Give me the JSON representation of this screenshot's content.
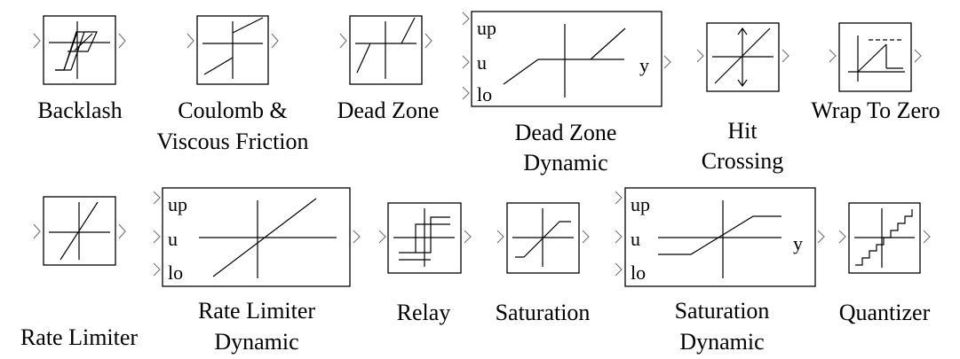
{
  "blocks": {
    "backlash": {
      "label": "Backlash"
    },
    "coulomb": {
      "label_line1": "Coulomb &",
      "label_line2": "Viscous Friction"
    },
    "dead_zone": {
      "label": "Dead Zone"
    },
    "dead_zone_dynamic": {
      "label_line1": "Dead Zone",
      "label_line2": "Dynamic",
      "port_up": "up",
      "port_u": "u",
      "port_lo": "lo",
      "port_y": "y"
    },
    "hit_crossing": {
      "label_line1": "Hit",
      "label_line2": "Crossing"
    },
    "wrap_to_zero": {
      "label": "Wrap To Zero"
    },
    "rate_limiter": {
      "label": "Rate Limiter"
    },
    "rate_limiter_dynamic": {
      "label_line1": "Rate Limiter",
      "label_line2": "Dynamic",
      "port_up": "up",
      "port_u": "u",
      "port_lo": "lo"
    },
    "relay": {
      "label": "Relay"
    },
    "saturation": {
      "label": "Saturation"
    },
    "saturation_dynamic": {
      "label_line1": "Saturation",
      "label_line2": "Dynamic",
      "port_up": "up",
      "port_u": "u",
      "port_lo": "lo",
      "port_y": "y"
    },
    "quantizer": {
      "label": "Quantizer"
    }
  }
}
